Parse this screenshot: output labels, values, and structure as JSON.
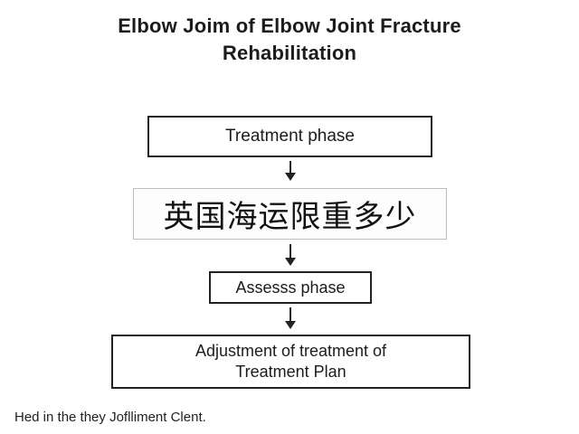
{
  "title": {
    "line1": "Elbow Joim of Elbow Joint Fracture",
    "line2": "Rehabilitation"
  },
  "flow": {
    "treatment_phase": "Treatment phase",
    "overlay_text": "英国海运限重多少",
    "assess_phase": "Assesss phase",
    "adjustment_line1": "Adjustment of treatment of",
    "adjustment_line2": "Treatment Plan"
  },
  "footer": "Hed in the they Joflliment Clent.",
  "colors": {
    "border": "#222222",
    "overlay_border": "#bdbdbd",
    "text": "#1c1c1c",
    "background": "#ffffff"
  }
}
